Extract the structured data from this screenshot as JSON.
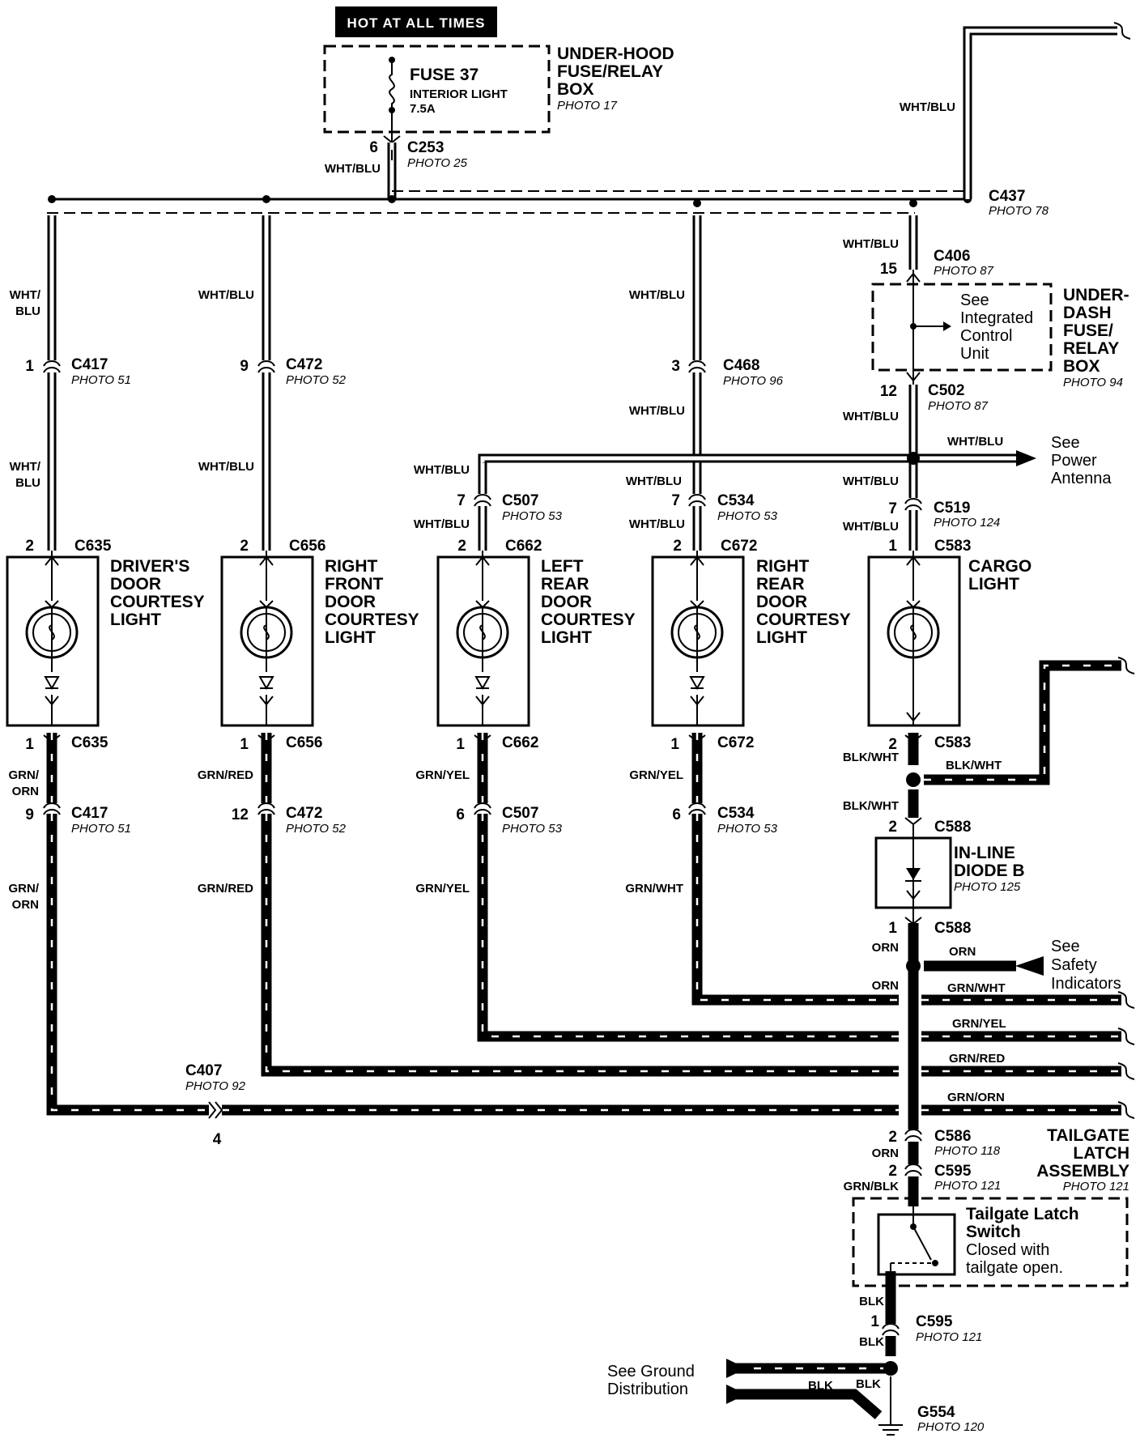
{
  "header": {
    "label": "HOT AT ALL TIMES"
  },
  "fuse": {
    "name": "FUSE 37",
    "desc": "INTERIOR LIGHT",
    "rating": "7.5A"
  },
  "underhood_box": {
    "l1": "UNDER-HOOD",
    "l2": "FUSE/RELAY",
    "l3": "BOX",
    "photo": "PHOTO 17"
  },
  "c253": {
    "pin": "6",
    "name": "C253",
    "photo": "PHOTO 25",
    "wire": "WHT/BLU"
  },
  "c437": {
    "name": "C437",
    "photo": "PHOTO 78",
    "wire": "WHT/BLU"
  },
  "c406": {
    "pin": "15",
    "name": "C406",
    "photo": "PHOTO 87",
    "wire": "WHT/BLU"
  },
  "underdash_box": {
    "l1": "UNDER-",
    "l2": "DASH",
    "l3": "FUSE/",
    "l4": "RELAY",
    "l5": "BOX",
    "photo": "PHOTO 94",
    "see1": "See",
    "see2": "Integrated",
    "see3": "Control",
    "see4": "Unit"
  },
  "c502": {
    "pin": "12",
    "name": "C502",
    "photo": "PHOTO 87",
    "wire": "WHT/BLU"
  },
  "antenna": {
    "wire": "WHT/BLU",
    "see1": "See",
    "see2": "Power",
    "see3": "Antenna"
  },
  "c519": {
    "pin": "7",
    "name": "C519",
    "photo": "PHOTO 124",
    "wire_above": "WHT/BLU",
    "wire_below": "WHT/BLU"
  },
  "branches": [
    {
      "wire_top1": "WHT/",
      "wire_top2": "BLU",
      "inline_pin": "1",
      "inline_name": "C417",
      "inline_photo": "PHOTO 51",
      "wire_mid1": "WHT/",
      "wire_mid2": "BLU",
      "top_pin": "2",
      "top_conn": "C635",
      "l1": "DRIVER'S",
      "l2": "DOOR",
      "l3": "COURTESY",
      "l4": "LIGHT",
      "bot_pin": "1",
      "bot_conn": "C635",
      "gnd_wire1": "GRN/",
      "gnd_wire2": "ORN",
      "gnd_inline_pin": "9",
      "gnd_inline_name": "C417",
      "gnd_inline_photo": "PHOTO 51",
      "gnd_wire3": "GRN/",
      "gnd_wire4": "ORN"
    },
    {
      "wire_top1": "WHT/BLU",
      "inline_pin": "9",
      "inline_name": "C472",
      "inline_photo": "PHOTO 52",
      "wire_mid1": "WHT/BLU",
      "top_pin": "2",
      "top_conn": "C656",
      "l1": "RIGHT",
      "l2": "FRONT",
      "l3": "DOOR",
      "l4": "COURTESY",
      "l5": "LIGHT",
      "bot_pin": "1",
      "bot_conn": "C656",
      "gnd_wire1": "GRN/RED",
      "gnd_inline_pin": "12",
      "gnd_inline_name": "C472",
      "gnd_inline_photo": "PHOTO 52",
      "gnd_wire3": "GRN/RED"
    },
    {
      "wire_top1": "WHT/BLU",
      "inline_pin": "7",
      "inline_name": "C507",
      "inline_photo": "PHOTO 53",
      "wire_mid1": "WHT/BLU",
      "top_pin": "2",
      "top_conn": "C662",
      "l1": "LEFT",
      "l2": "REAR",
      "l3": "DOOR",
      "l4": "COURTESY",
      "l5": "LIGHT",
      "bot_pin": "1",
      "bot_conn": "C662",
      "gnd_wire1": "GRN/YEL",
      "gnd_inline_pin": "6",
      "gnd_inline_name": "C507",
      "gnd_inline_photo": "PHOTO 53",
      "gnd_wire3": "GRN/YEL"
    },
    {
      "wire_top1": "WHT/BLU",
      "mid_pin": "3",
      "mid_name": "C468",
      "mid_photo": "PHOTO 96",
      "wire_mid0": "WHT/BLU",
      "wire_mid1": "WHT/BLU",
      "inline_pin": "7",
      "inline_name": "C534",
      "inline_photo": "PHOTO 53",
      "wire_mid2": "WHT/BLU",
      "top_pin": "2",
      "top_conn": "C672",
      "l1": "RIGHT",
      "l2": "REAR",
      "l3": "DOOR",
      "l4": "COURTESY",
      "l5": "LIGHT",
      "bot_pin": "1",
      "bot_conn": "C672",
      "gnd_wire1": "GRN/YEL",
      "gnd_inline_pin": "6",
      "gnd_inline_name": "C534",
      "gnd_inline_photo": "PHOTO 53",
      "gnd_wire3": "GRN/WHT"
    },
    {
      "top_pin": "1",
      "top_conn": "C583",
      "l1": "CARGO",
      "l2": "LIGHT",
      "bot_pin": "2",
      "bot_conn": "C583",
      "gnd_wire1": "BLK/WHT"
    }
  ],
  "cargo_right": {
    "wire": "BLK/WHT",
    "below": "BLK/WHT"
  },
  "diode": {
    "pin_top": "2",
    "name": "C588",
    "photo": "PHOTO 125",
    "l1": "IN-LINE",
    "l2": "DIODE B",
    "pin_bot": "1",
    "name2": "C588"
  },
  "safety": {
    "wire_left": "ORN",
    "wire_right": "ORN",
    "see1": "See",
    "see2": "Safety",
    "see3": "Indicators",
    "wire_below": "ORN"
  },
  "ground_bus": [
    "GRN/WHT",
    "GRN/YEL",
    "GRN/RED",
    "GRN/ORN"
  ],
  "c407": {
    "name": "C407",
    "photo": "PHOTO 92",
    "pin": "4"
  },
  "c586": {
    "pin": "2",
    "name": "C586",
    "photo": "PHOTO 118",
    "wire": "ORN"
  },
  "c595a": {
    "pin": "2",
    "name": "C595",
    "photo": "PHOTO 121",
    "wire": "GRN/BLK"
  },
  "tailgate": {
    "l1": "TAILGATE",
    "l2": "LATCH",
    "l3": "ASSEMBLY",
    "photo": "PHOTO 121",
    "sw1": "Tailgate Latch",
    "sw2": "Switch",
    "sw3": "Closed with",
    "sw4": "tailgate open."
  },
  "c595b": {
    "pin": "1",
    "name": "C595",
    "photo": "PHOTO 121",
    "wire_above": "BLK",
    "wire_below": "BLK"
  },
  "ground": {
    "see1": "See Ground",
    "see2": "Distribution",
    "wire1": "BLK",
    "wire2": "BLK",
    "name": "G554",
    "photo": "PHOTO 120"
  }
}
